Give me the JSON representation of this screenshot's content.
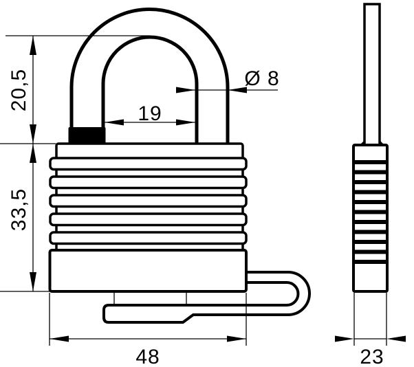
{
  "drawing": {
    "type": "technical-dimension-drawing",
    "subject": "padlock - front and side orthographic views",
    "background_color": "#ffffff",
    "line_color": "#000000",
    "unit_style": "millimeters, decimal comma"
  },
  "dimensions": {
    "shackle_clearance_height": "20,5",
    "body_height": "33,5",
    "shackle_inner_width": "19",
    "shackle_diameter": "Ø 8",
    "body_width": "48",
    "body_depth": "23"
  }
}
